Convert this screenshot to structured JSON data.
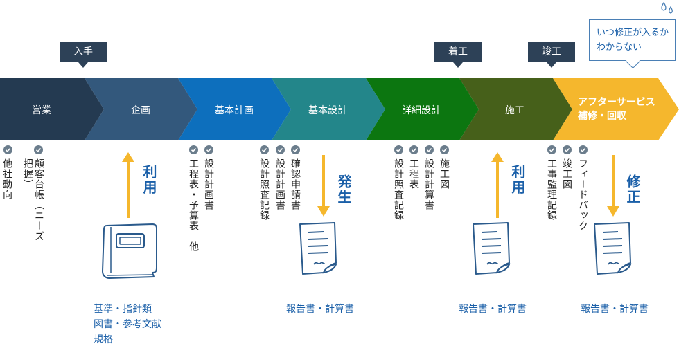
{
  "callouts": {
    "nyushu": "入手",
    "chakko": "着工",
    "shunko": "竣工"
  },
  "bubble": {
    "line1": "いつ修正が入るか",
    "line2": "わからない"
  },
  "stages": [
    {
      "label": "営業",
      "color": "#243a51"
    },
    {
      "label": "企画",
      "color": "#33587c"
    },
    {
      "label": "基本計画",
      "color": "#0d6fbd"
    },
    {
      "label": "基本設計",
      "color": "#23868a"
    },
    {
      "label": "詳細設計",
      "color": "#0c7610"
    },
    {
      "label": "施工",
      "color": "#46601a"
    },
    {
      "label": "アフターサービス",
      "label2": "補修・回収",
      "color": "#f5b72d"
    }
  ],
  "items": {
    "eigyo": [
      "他社動向",
      "顧客台帳（ニーズ把握）"
    ],
    "keikaku": [
      "工程表・予算表　他",
      "設計計画書"
    ],
    "kihon": [
      "設計照査記録",
      "設計計画書",
      "確認申請書"
    ],
    "shosai": [
      "設計照査記録",
      "工程表",
      "設計計算書",
      "施工図"
    ],
    "seko": [
      "工事監理記録",
      "竣工図",
      "フィードバック"
    ]
  },
  "actions": {
    "riyo1": "利用",
    "hassei": "発生",
    "riyo2": "利用",
    "shusei": "修正"
  },
  "doc_labels": {
    "kikaku_1": "基準・指針類",
    "kikaku_2": "図書・参考文献",
    "kikaku_3": "規格",
    "kihon": "報告書・計算書",
    "seko": "報告書・計算書",
    "after": "報告書・計算書"
  },
  "colors": {
    "check": "#6b7d8c",
    "arrow": "#f5b72d",
    "accent_text": "#1a5fa8"
  }
}
